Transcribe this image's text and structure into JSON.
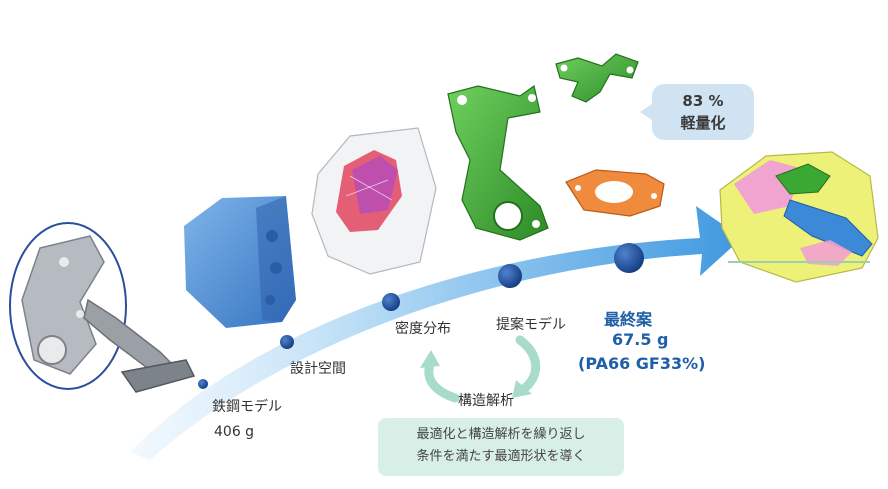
{
  "stages": {
    "steel": {
      "label": "鉄鋼モデル",
      "weight": "406 g"
    },
    "design_space": {
      "label": "設計空間"
    },
    "density": {
      "label": "密度分布"
    },
    "proposal": {
      "label": "提案モデル"
    },
    "final": {
      "title": "最終案",
      "weight": "67.5 g",
      "material": "(PA66 GF33%)"
    }
  },
  "structural_analysis": {
    "label": "構造解析"
  },
  "reduction": {
    "percent": "83 %",
    "label": "軽量化"
  },
  "note": {
    "line1": "最適化と構造解析を繰り返し",
    "line2": "条件を満たす最適形状を導く"
  },
  "colors": {
    "arrow": "#5aa9e6",
    "dot": "#1f4f9a",
    "accent_text": "#1f5fa8",
    "green_part": "#3aa832",
    "orange_part": "#f08a3c",
    "steel_part": "#a8adb3",
    "design_space_block": "#4d8fd6"
  }
}
